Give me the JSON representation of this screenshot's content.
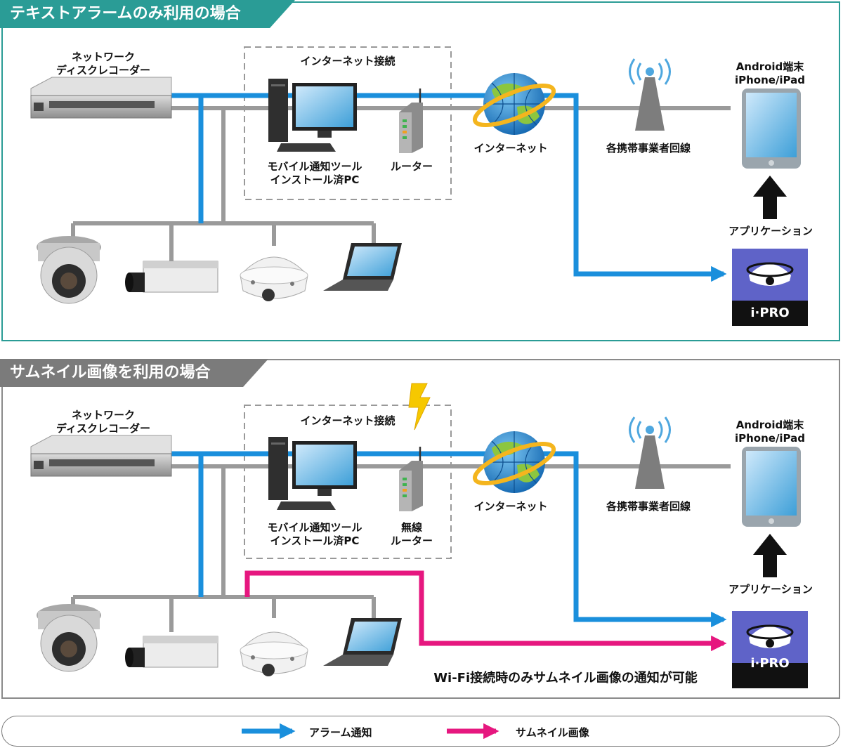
{
  "scenario_text": {
    "title": "テキストアラームのみ利用の場合",
    "nvr": "ネットワーク\nディスクレコーダー",
    "internet_conn": "インターネット接続",
    "pc": "モバイル通知ツール\nインストール済PC",
    "router": "ルーター",
    "internet": "インターネット",
    "carrier": "各携帯事業者回線",
    "device": "Android端末\niPhone/iPad",
    "app": "アプリケーション",
    "logo": "i·PRO"
  },
  "scenario_thumb": {
    "title": "サムネイル画像を利用の場合",
    "nvr": "ネットワーク\nディスクレコーダー",
    "internet_conn": "インターネット接続",
    "pc": "モバイル通知ツール\nインストール済PC",
    "router": "無線\nルーター",
    "internet": "インターネット",
    "carrier": "各携帯事業者回線",
    "device": "Android端末\niPhone/iPad",
    "app": "アプリケーション",
    "logo": "i·PRO",
    "note": "Wi-Fi接続時のみサムネイル画像の通知が可能"
  },
  "legend": {
    "alarm": "アラーム通知",
    "thumbnail": "サムネイル画像"
  },
  "colors": {
    "alarm": "#1a8fdc",
    "thumbnail": "#e6177f",
    "network": "#9a9a9a",
    "top_frame": "#2a9c96",
    "bottom_frame": "#7b7b7b",
    "app_tile": "#5f63c8"
  },
  "icons": [
    "nvr-icon",
    "pc-icon",
    "router-icon",
    "globe-icon",
    "antenna-icon",
    "tablet-icon",
    "ptz-camera-icon",
    "box-camera-icon",
    "dome-camera-icon",
    "laptop-icon",
    "app-icon",
    "lightning-icon"
  ]
}
